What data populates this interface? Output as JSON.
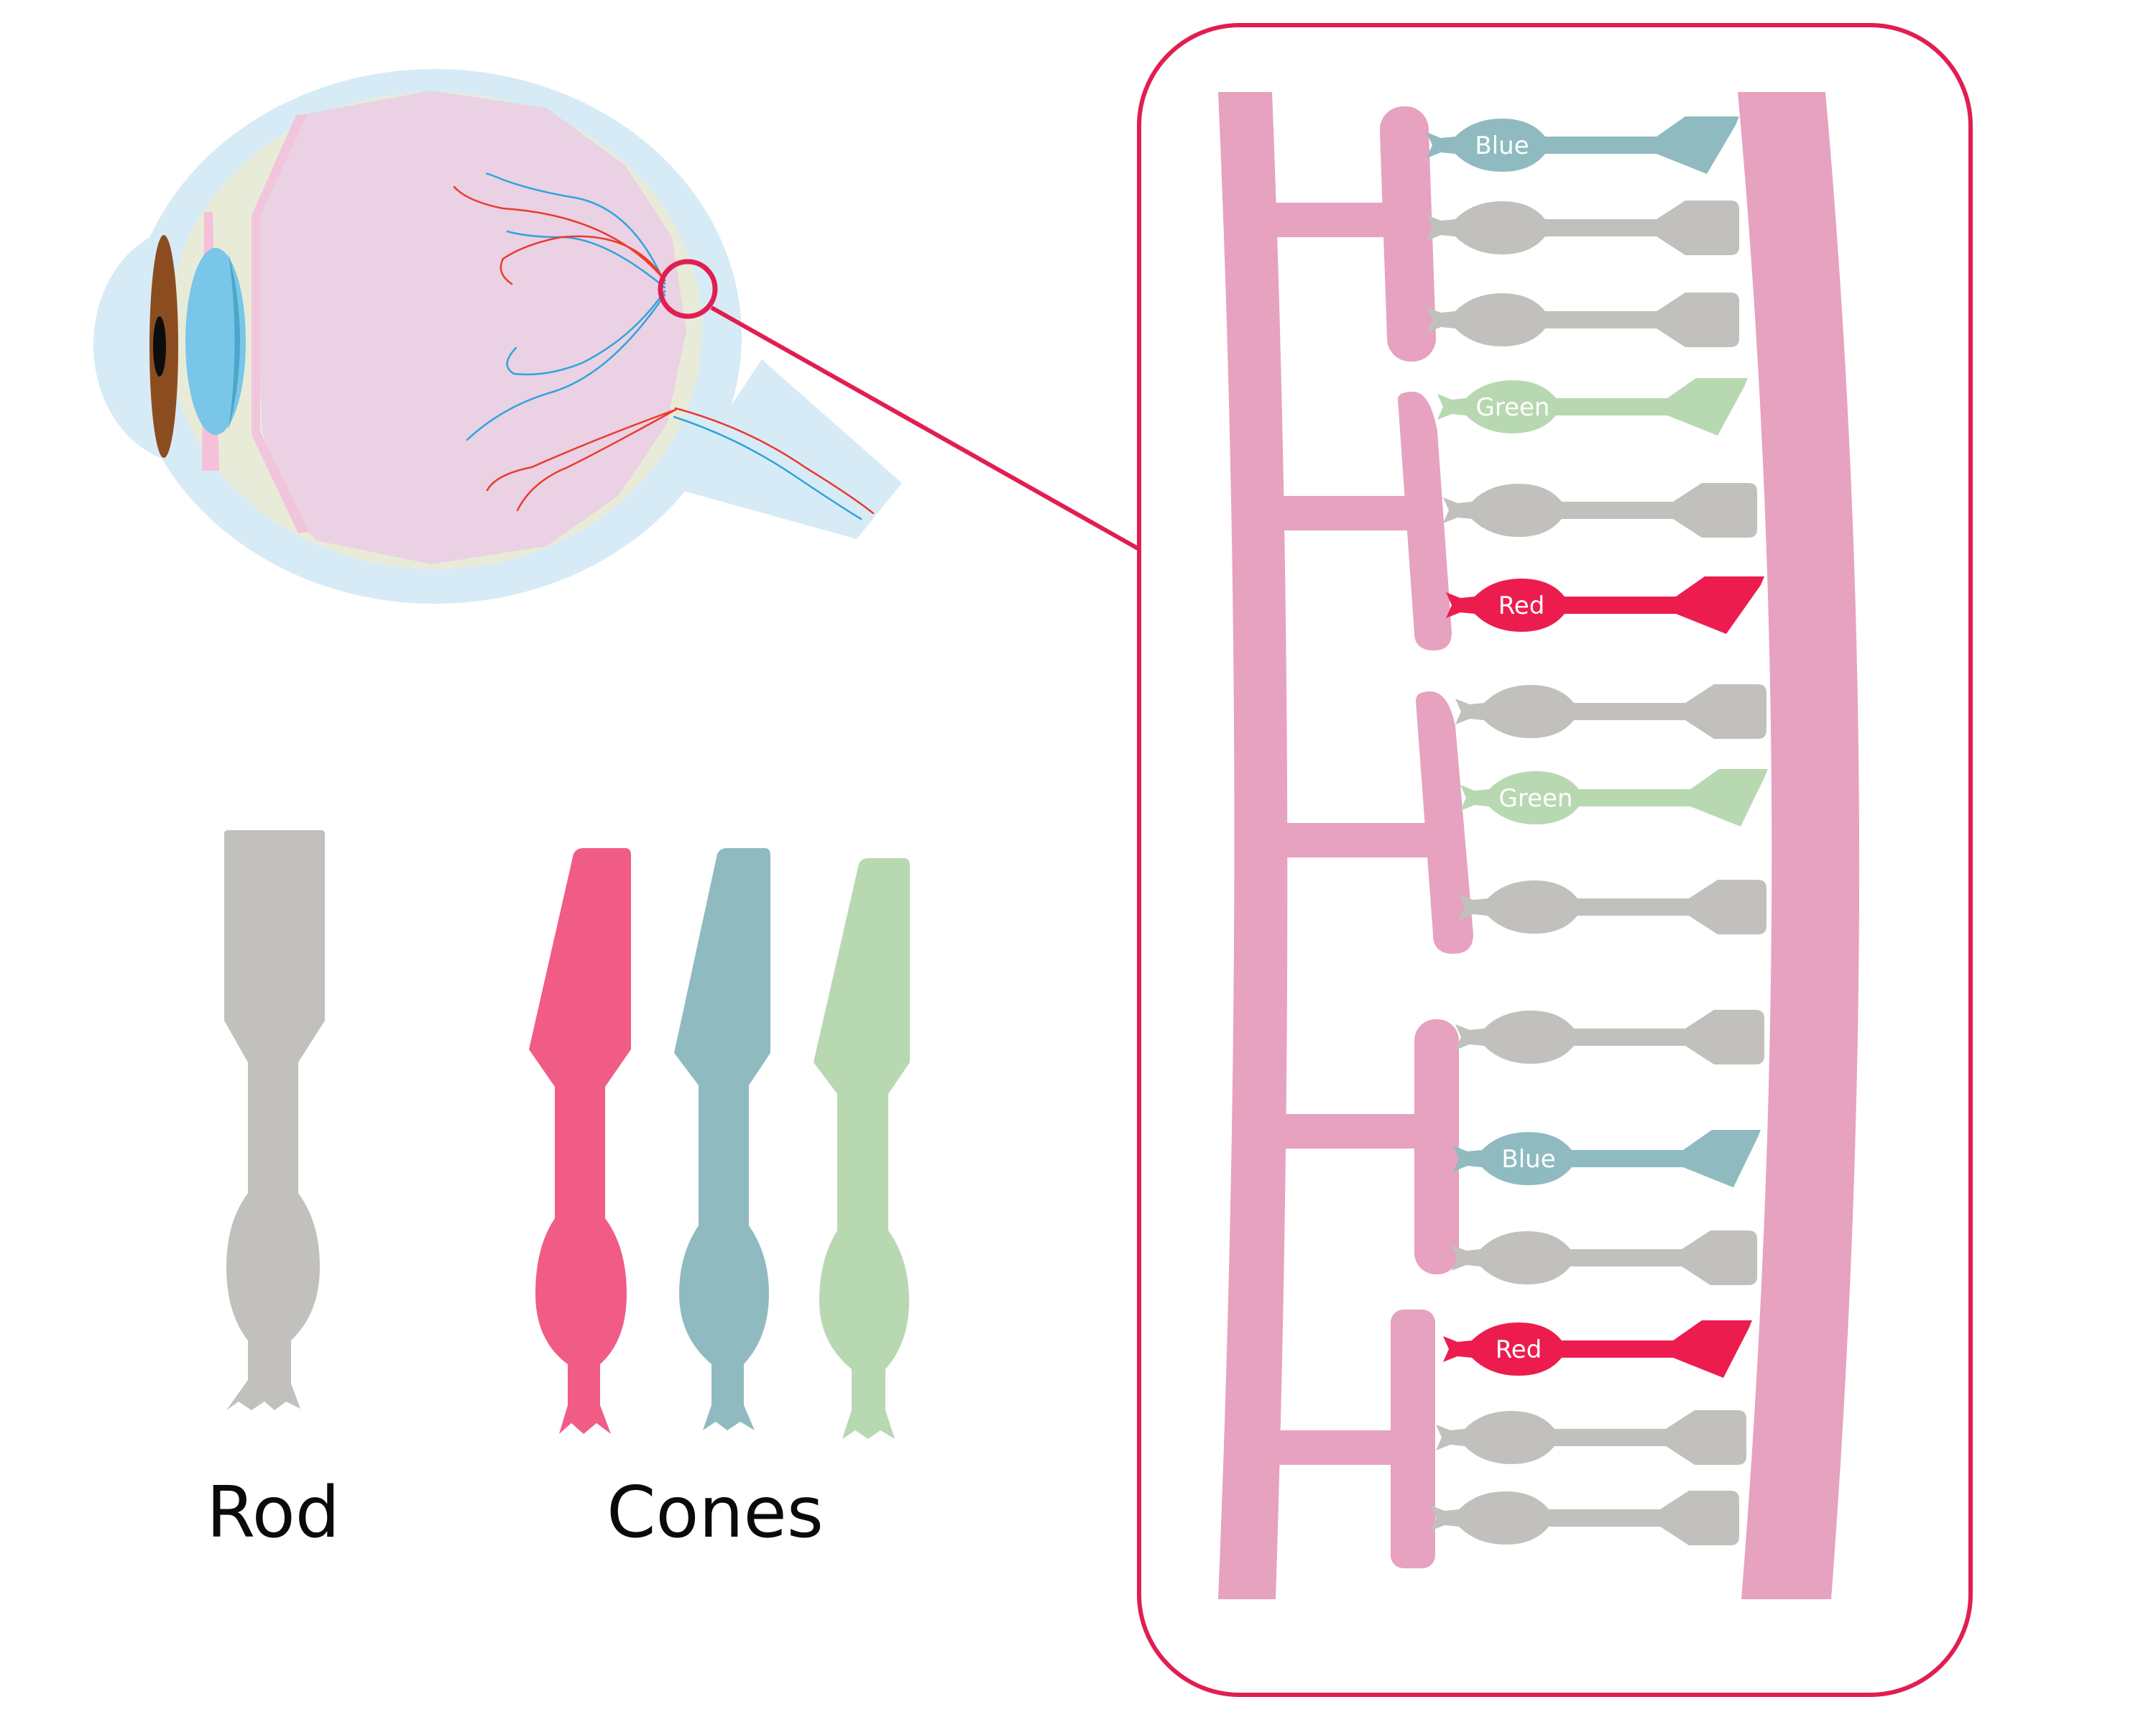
{
  "labels": {
    "rod": "Rod",
    "cones": "Cones"
  },
  "colors": {
    "retina": "#e6a2bf",
    "rod": "#c1c0bd",
    "cone_red": "#f05c86",
    "cone_blue": "#8fbbc0",
    "cone_green": "#b8d8b2",
    "receptor_red": "#ec1d4e",
    "highlight": "#e11e51",
    "eye_outer": "#d7ebf6",
    "eye_inner": "#ebd1e4",
    "lens": "#79c6e8",
    "iris": "#8b4d20",
    "artery": "#ea3b2d",
    "vein": "#2fa4dc"
  },
  "photoreceptors": [
    {
      "kind": "blue",
      "text": "Blue"
    },
    {
      "kind": "rod",
      "text": ""
    },
    {
      "kind": "rod",
      "text": ""
    },
    {
      "kind": "green",
      "text": "Green"
    },
    {
      "kind": "rod",
      "text": ""
    },
    {
      "kind": "red",
      "text": "Red"
    },
    {
      "kind": "rod",
      "text": ""
    },
    {
      "kind": "green",
      "text": "Green"
    },
    {
      "kind": "rod",
      "text": ""
    },
    {
      "kind": "rod",
      "text": ""
    },
    {
      "kind": "blue",
      "text": "Blue"
    },
    {
      "kind": "rod",
      "text": ""
    },
    {
      "kind": "red",
      "text": "Red"
    },
    {
      "kind": "rod",
      "text": ""
    },
    {
      "kind": "rod",
      "text": ""
    }
  ]
}
